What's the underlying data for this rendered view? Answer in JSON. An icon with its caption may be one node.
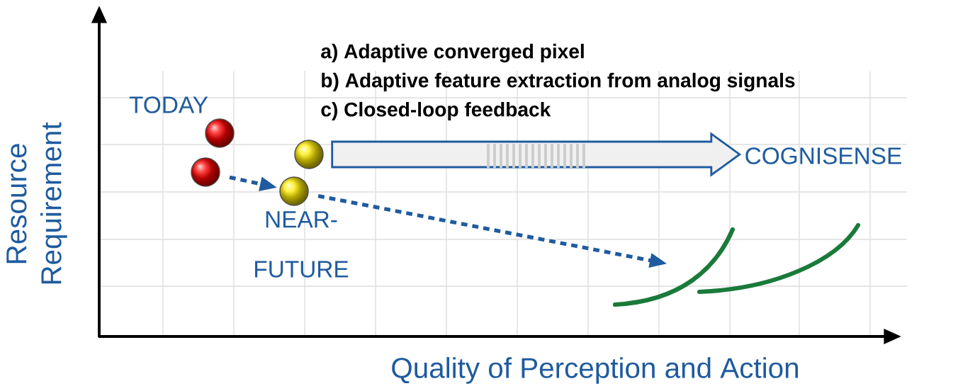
{
  "diagram": {
    "nodes": [
      {
        "text": [],
        "shape": "circle",
        "beside": [
          "TODAY"
        ]
      },
      {
        "text": [],
        "shape": "circle"
      },
      {
        "text": [],
        "shape": "circle"
      },
      {
        "text": [],
        "shape": "circle",
        "beside": [
          "NEAR-FUTURE"
        ]
      },
      {
        "text": [
          "COGNISENSE"
        ]
      }
    ],
    "edges": [
      {
        "from": 1,
        "to": 3,
        "arrow": "to",
        "style": "dashed"
      },
      {
        "from": 3,
        "to": null,
        "arrow": "to",
        "style": "dashed"
      },
      {
        "from": 2,
        "to": 4,
        "arrow": "to",
        "style": "thick"
      }
    ],
    "labels": [
      "a) Adaptive converged pixel",
      "b) Adaptive feature extraction from analog signals",
      "c) Closed-loop feedback",
      "Resource Requirement",
      "Quality of Perception and Action"
    ]
  }
}
